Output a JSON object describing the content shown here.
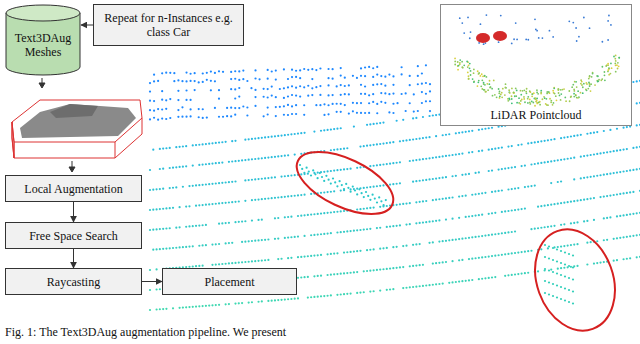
{
  "diagram": {
    "caption": "Fig. 1: The Text3DAug augmentation pipeline. We present",
    "nodes": [
      {
        "text": [
          "Text3DAug Meshes"
        ]
      },
      {
        "text": [
          "Repeat for n-Instances e.g. class Car"
        ]
      },
      {
        "text": [
          "Local Augmentation"
        ]
      },
      {
        "text": [
          "Free Space Search"
        ]
      },
      {
        "text": [
          "Raycasting"
        ]
      },
      {
        "text": [
          "Placement"
        ]
      },
      {
        "text": [
          "LiDAR Pointcloud"
        ]
      }
    ],
    "edges": [
      {
        "from": 1,
        "to": 0,
        "arrow": "to"
      },
      {
        "from": 2,
        "to": 3,
        "arrow": "to"
      },
      {
        "from": 3,
        "to": 4,
        "arrow": "to"
      },
      {
        "from": 4,
        "to": 5,
        "arrow": "to"
      }
    ]
  }
}
